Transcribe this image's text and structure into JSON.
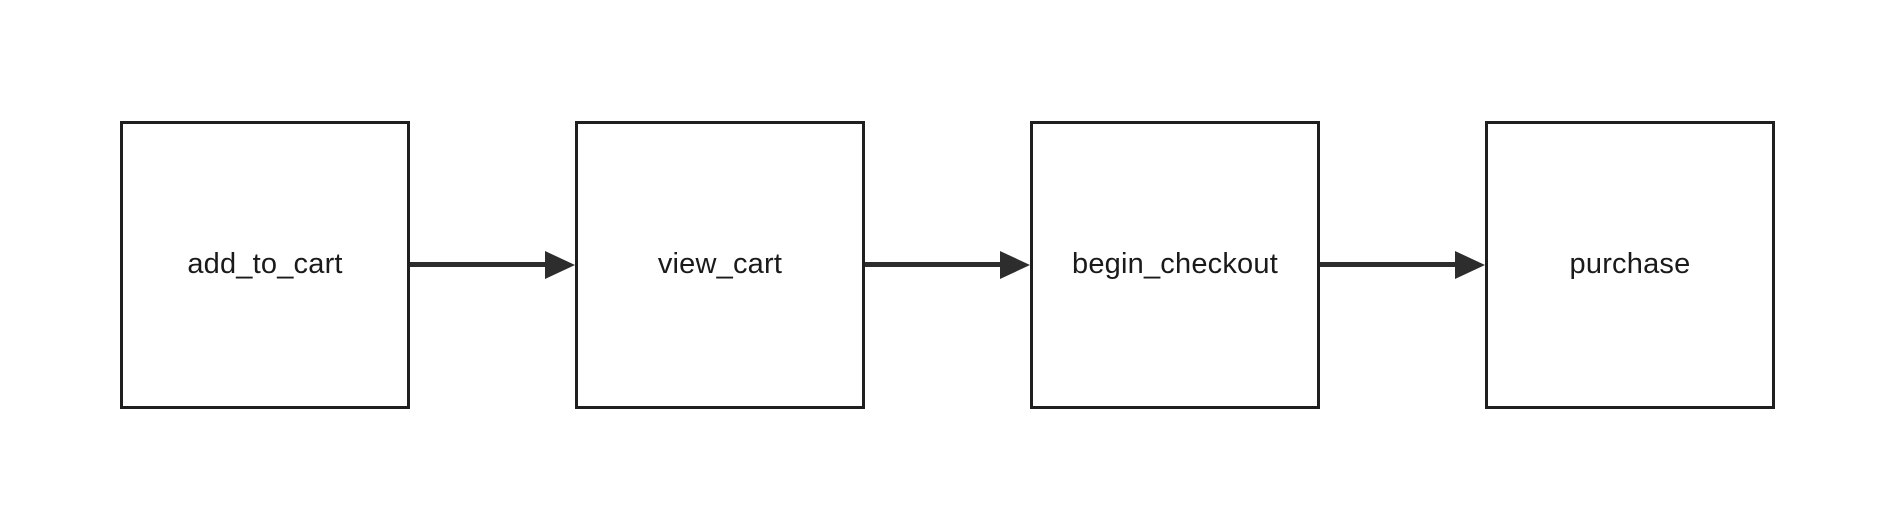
{
  "diagram": {
    "type": "flowchart",
    "direction": "left-to-right",
    "nodes": [
      {
        "id": "add_to_cart",
        "label": "add_to_cart"
      },
      {
        "id": "view_cart",
        "label": "view_cart"
      },
      {
        "id": "begin_checkout",
        "label": "begin_checkout"
      },
      {
        "id": "purchase",
        "label": "purchase"
      }
    ],
    "edges": [
      {
        "from": "add_to_cart",
        "to": "view_cart"
      },
      {
        "from": "view_cart",
        "to": "begin_checkout"
      },
      {
        "from": "begin_checkout",
        "to": "purchase"
      }
    ],
    "colors": {
      "background": "#ffffff",
      "node_border": "#1f1f1f",
      "node_fill": "#ffffff",
      "text": "#1a1a1a",
      "arrow": "#2d2d2d"
    }
  }
}
